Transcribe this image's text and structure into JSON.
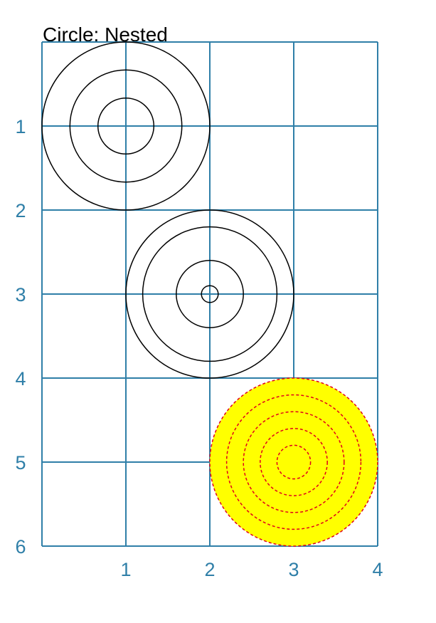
{
  "title": "Circle: Nested",
  "colors": {
    "grid": "#2f7fa8",
    "axis_labels": "#2f7fa8",
    "circle_stroke": "#000000",
    "fill_circle": "#ffff00",
    "dashed_stroke": "#e0001b"
  },
  "axes": {
    "x_range": [
      0,
      4
    ],
    "y_range": [
      0,
      6
    ],
    "y_inverted": true,
    "x_tick_labels": [
      "1",
      "2",
      "3",
      "4"
    ],
    "y_tick_labels": [
      "1",
      "2",
      "3",
      "4",
      "5",
      "6"
    ]
  },
  "shapes": {
    "nested_black_1": {
      "center": [
        1,
        1
      ],
      "radii": [
        1,
        0.667,
        0.333
      ]
    },
    "nested_black_2": {
      "center": [
        2,
        3
      ],
      "radii": [
        1,
        0.8,
        0.4,
        0.1
      ]
    },
    "nested_filled": {
      "center": [
        3,
        5
      ],
      "radii": [
        1,
        0.8,
        0.6,
        0.4,
        0.2
      ],
      "filled": true,
      "dashed": true
    }
  }
}
